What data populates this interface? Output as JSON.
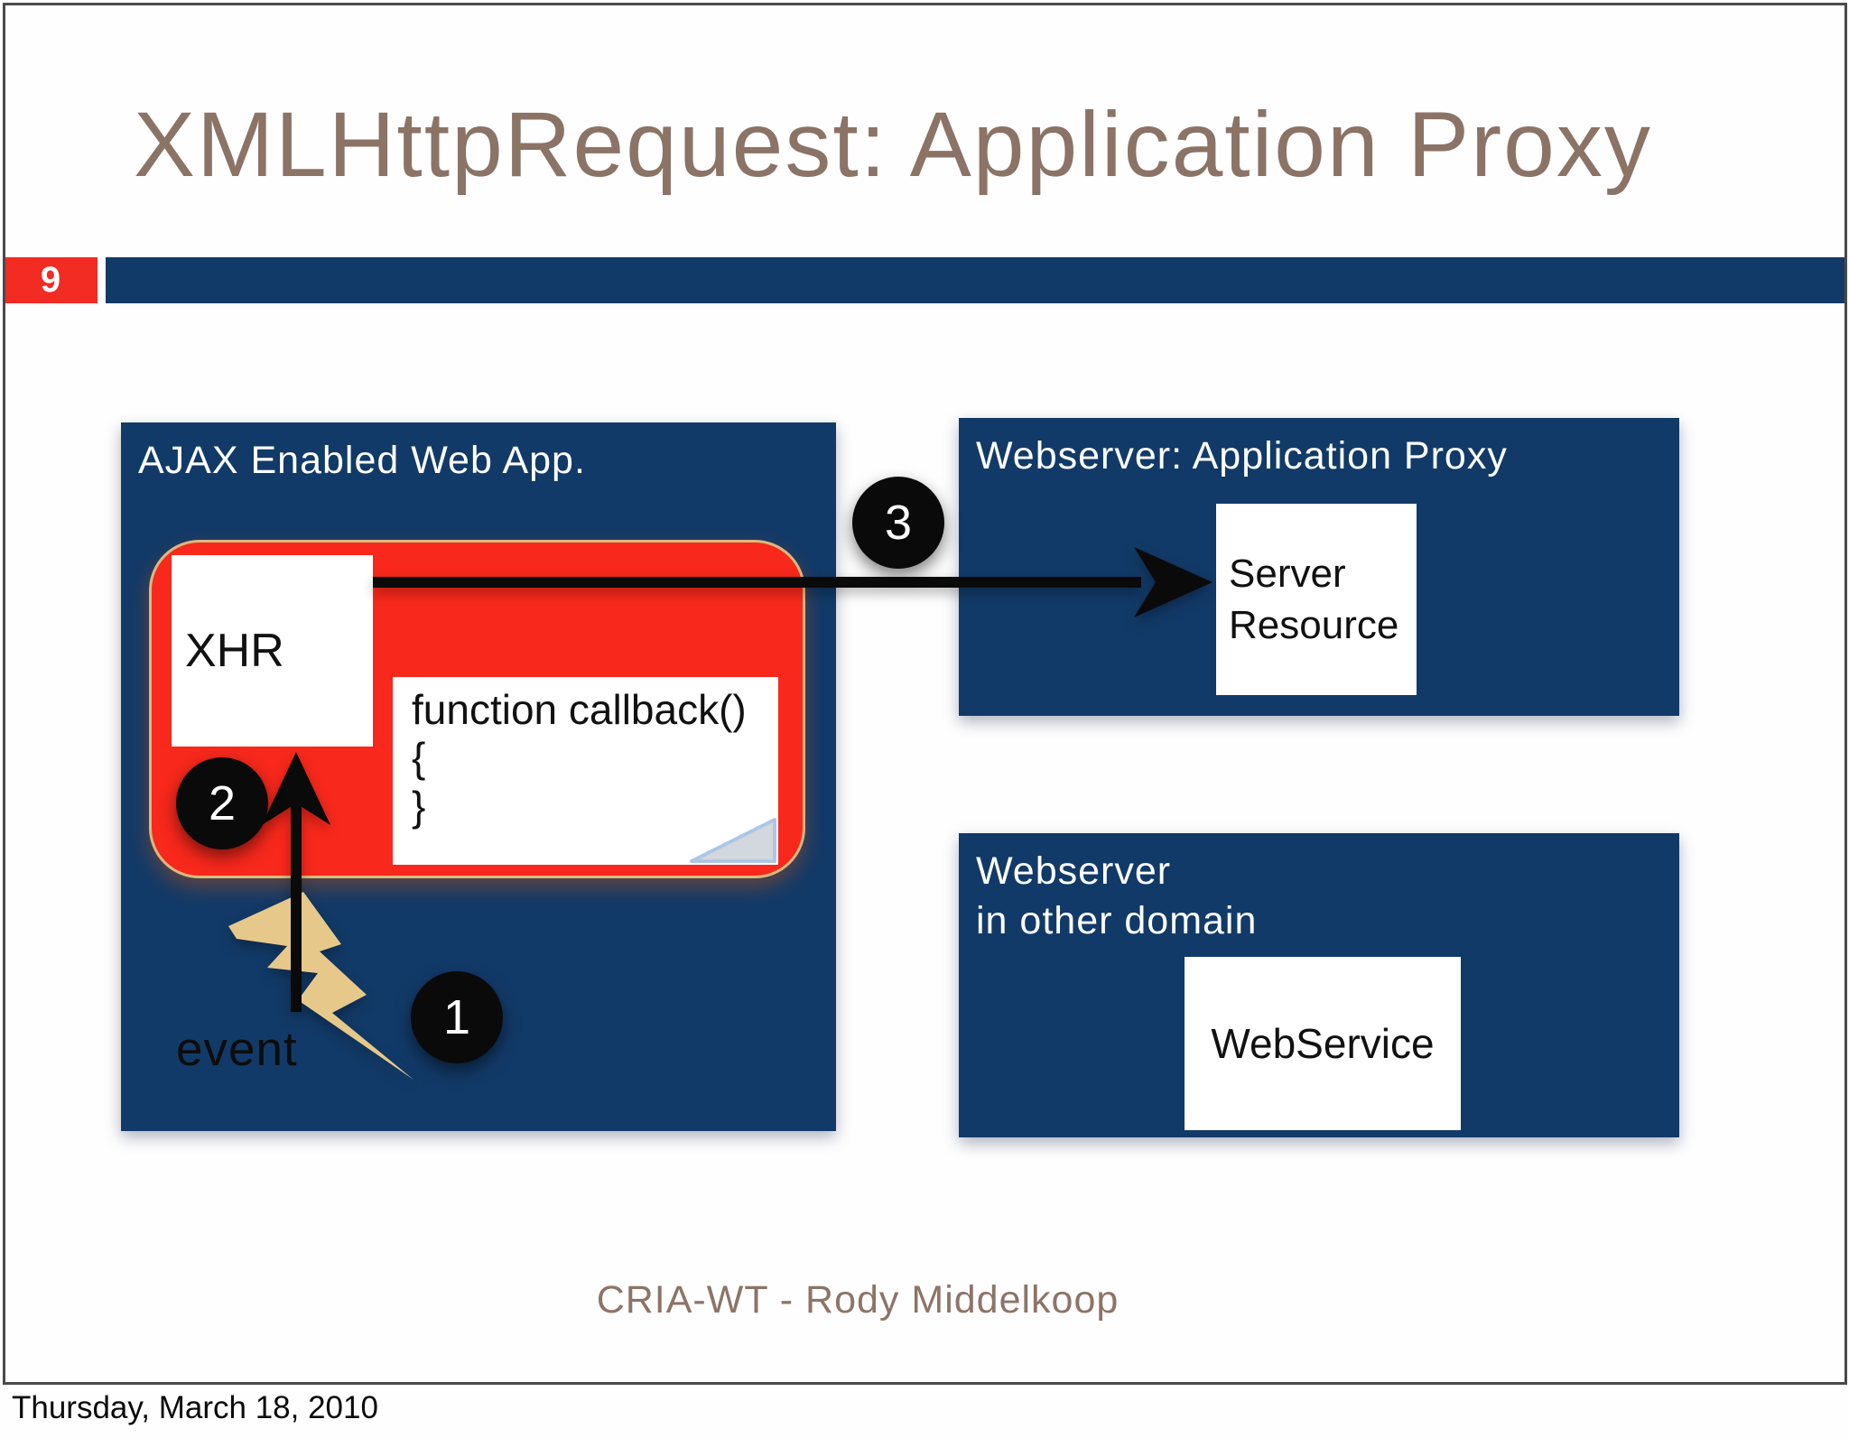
{
  "slide": {
    "title": "XMLHttpRequest: Application Proxy",
    "slide_number": "9",
    "footer": "CRIA-WT - Rody Middelkoop",
    "date": "Thursday, March 18, 2010"
  },
  "diagram": {
    "ajax_box": {
      "title": "AJAX Enabled Web App.",
      "xhr_label": "XHR",
      "callback_line1": "function callback()",
      "callback_open_brace": "{",
      "callback_close_brace": "}",
      "event_label": "event"
    },
    "proxy_box": {
      "title": "Webserver: Application Proxy",
      "resource_line1": "Server",
      "resource_line2": "Resource"
    },
    "other_domain_box": {
      "title_line1": "Webserver",
      "title_line2": "in other domain",
      "service_label": "WebService"
    },
    "steps": [
      {
        "label": "1"
      },
      {
        "label": "2"
      },
      {
        "label": "3"
      }
    ]
  },
  "colors": {
    "navy": "#123a68",
    "red_box": "#f8281c",
    "badge_red": "#f22b23",
    "tan_border": "#dbb97e",
    "bolt_gold": "#e6c98a",
    "title_taupe": "#8b7366",
    "footer_taupe": "#8d7468",
    "frame_gray": "#4a4a4a"
  }
}
